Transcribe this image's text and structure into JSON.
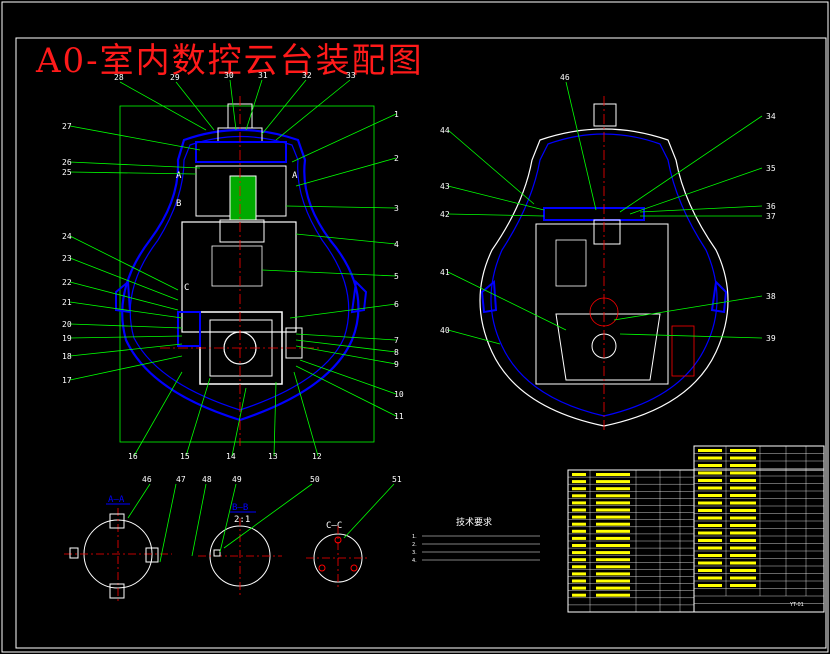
{
  "title": "A0-室内数控云台装配图",
  "colors": {
    "background": "#000000",
    "frame": "#ffffff",
    "leader": "#00ff00",
    "housing": "#0000ff",
    "section_line": "#0000ff",
    "centerline": "#ff0000",
    "title": "#ff1a1a",
    "part": "#ffffff"
  },
  "front_view_labels": {
    "top": [
      "28",
      "29",
      "30",
      "31",
      "32",
      "33"
    ],
    "right": [
      "1",
      "2",
      "3",
      "4",
      "5",
      "6",
      "7",
      "8",
      "9",
      "10",
      "11"
    ],
    "left": [
      "27",
      "26",
      "25",
      "24",
      "23",
      "22",
      "21",
      "20",
      "19",
      "18",
      "17"
    ],
    "bottom": [
      "16",
      "15",
      "14",
      "13",
      "12"
    ]
  },
  "front_view_marks": {
    "a_left": "A",
    "a_right": "A",
    "b": "B",
    "c": "C"
  },
  "side_view_labels": {
    "left": [
      "44",
      "43",
      "42",
      "41",
      "40"
    ],
    "top": [
      "46"
    ],
    "right": [
      "34",
      "35",
      "36",
      "37",
      "38",
      "39"
    ]
  },
  "section_labels": {
    "aa": {
      "name": "A—A",
      "callout": "46"
    },
    "bb": {
      "name": "B—B",
      "scale": "2:1",
      "callouts": [
        "47",
        "48",
        "49",
        "50"
      ]
    },
    "cc": {
      "name": "C—C",
      "callout": "51"
    }
  },
  "technical_requirements": {
    "heading": "技术要求",
    "items": [
      "1.",
      "2.",
      "3.",
      "4."
    ]
  },
  "title_block": {
    "drawing_no": "YT-01"
  }
}
